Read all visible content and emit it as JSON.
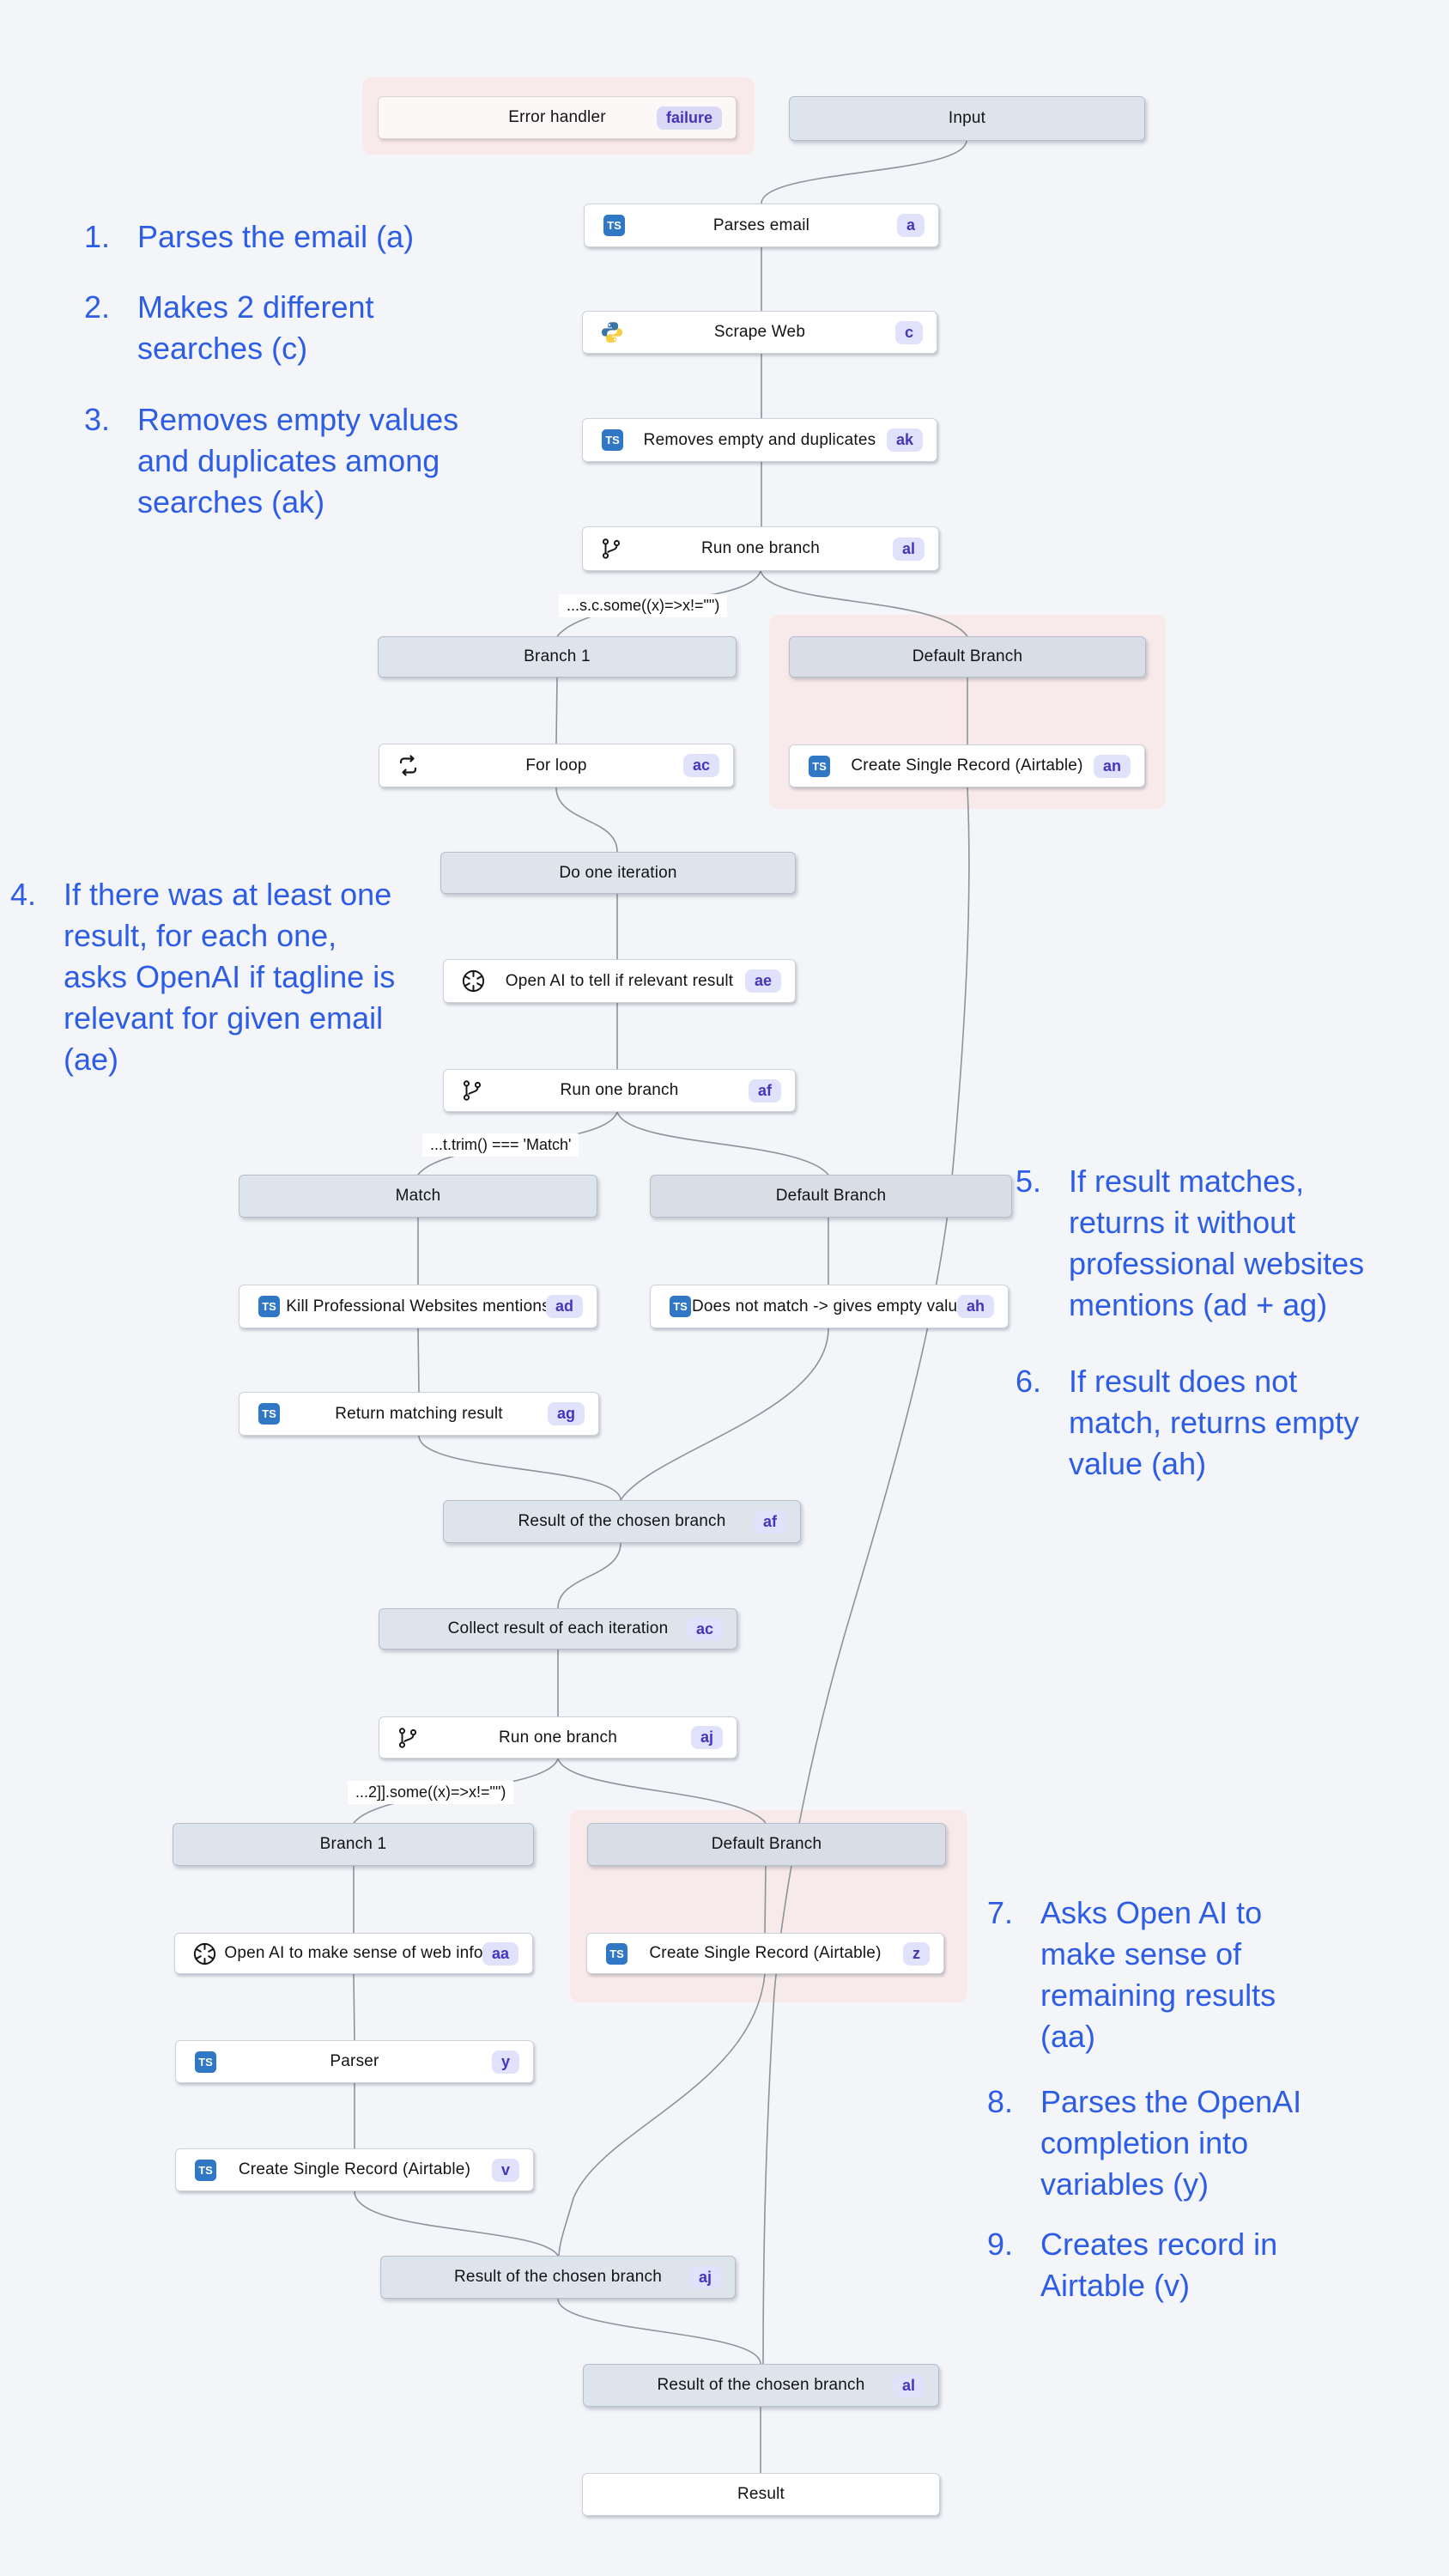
{
  "colors": {
    "background": "#f3f5f9",
    "annotation_blue": "#2d5ce5",
    "node_white": "#ffffff",
    "header_gray": "#dee4eb",
    "pink_container": "#f8eaea",
    "badge_bg": "#dfe2fa",
    "badge_text": "#4435bd",
    "failure_badge_bg": "#d9d8f5",
    "failure_badge_text": "#4634b8",
    "typescript_blue": "#3077c6",
    "edge_gray": "#8d939b"
  },
  "icons": {
    "ts_label": "TS",
    "python": "python-icon",
    "openai": "openai-icon",
    "loop": "loop-icon",
    "branch": "git-branch-icon"
  },
  "nodes": {
    "error_handler": {
      "label": "Error handler",
      "badge": "failure"
    },
    "input": {
      "label": "Input"
    },
    "parses_email": {
      "label": "Parses email",
      "badge": "a"
    },
    "scrape_web": {
      "label": "Scrape Web",
      "badge": "c"
    },
    "removes_empty": {
      "label": "Removes empty and duplicates",
      "badge": "ak"
    },
    "run_one_branch_al": {
      "label": "Run one branch",
      "badge": "al"
    },
    "branch1_top": {
      "label": "Branch 1"
    },
    "default_branch_top": {
      "label": "Default Branch"
    },
    "for_loop": {
      "label": "For loop",
      "badge": "ac"
    },
    "create_record_an": {
      "label": "Create Single Record (Airtable)",
      "badge": "an"
    },
    "do_one_iteration": {
      "label": "Do one iteration"
    },
    "openai_relevant": {
      "label": "Open AI to tell if relevant result",
      "badge": "ae"
    },
    "run_one_branch_af": {
      "label": "Run one branch",
      "badge": "af"
    },
    "match_header": {
      "label": "Match"
    },
    "default_branch_mid": {
      "label": "Default Branch"
    },
    "kill_mentions": {
      "label": "Kill Professional Websites mentions",
      "badge": "ad"
    },
    "does_not_match": {
      "label": "Does not match -> gives empty value",
      "badge": "ah"
    },
    "return_matching": {
      "label": "Return matching result",
      "badge": "ag"
    },
    "result_af": {
      "label": "Result of the chosen branch",
      "badge": "af"
    },
    "collect_results": {
      "label": "Collect result of each iteration",
      "badge": "ac"
    },
    "run_one_branch_aj": {
      "label": "Run one branch",
      "badge": "aj"
    },
    "branch1_bottom": {
      "label": "Branch 1"
    },
    "default_branch_bottom": {
      "label": "Default Branch"
    },
    "openai_sense": {
      "label": "Open AI to make sense of web info",
      "badge": "aa"
    },
    "create_record_z": {
      "label": "Create Single Record (Airtable)",
      "badge": "z"
    },
    "parser": {
      "label": "Parser",
      "badge": "y"
    },
    "create_record_v": {
      "label": "Create Single Record (Airtable)",
      "badge": "v"
    },
    "result_aj": {
      "label": "Result of the chosen branch",
      "badge": "aj"
    },
    "result_al": {
      "label": "Result of the chosen branch",
      "badge": "al"
    },
    "result": {
      "label": "Result"
    }
  },
  "conditions": {
    "c1": "...s.c.some((x)=>x!=\"\")",
    "c2": "...t.trim() === 'Match'",
    "c3": "...2]].some((x)=>x!=\"\")"
  },
  "annotations": {
    "left": [
      {
        "num": "1.",
        "text": "Parses the email (a)"
      },
      {
        "num": "2.",
        "text": "Makes 2 different searches (c)"
      },
      {
        "num": "3.",
        "text": "Removes empty values and duplicates among searches (ak)"
      },
      {
        "num": "4.",
        "text": "If there was at least one result, for each one, asks OpenAI if tagline is relevant for given email (ae)"
      }
    ],
    "right": [
      {
        "num": "5.",
        "text": "If result matches, returns it without professional websites mentions (ad + ag)"
      },
      {
        "num": "6.",
        "text": "If result does not match, returns empty value (ah)"
      },
      {
        "num": "7.",
        "text": "Asks Open AI to make sense of remaining results (aa)"
      },
      {
        "num": "8.",
        "text": "Parses the OpenAI completion into variables (y)"
      },
      {
        "num": "9.",
        "text": "Creates record in Airtable (v)"
      }
    ]
  }
}
